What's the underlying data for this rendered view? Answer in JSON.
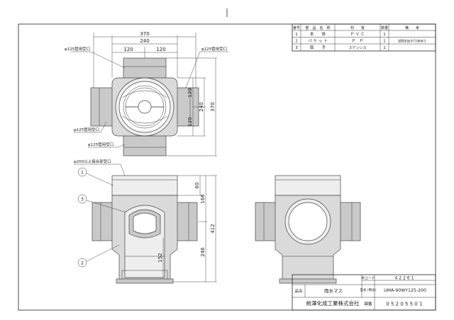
{
  "parts_table": {
    "headers": [
      "番号",
      "部　品　名　称",
      "材　　質",
      "数量",
      "備　　考"
    ],
    "rows": [
      {
        "no": "1",
        "name": "本　　体",
        "material": "Ｐ Ｖ Ｃ",
        "qty": "1",
        "note": ""
      },
      {
        "no": "2",
        "name": "バ ケ ッ ト",
        "material": "Ｐ　Ｐ",
        "qty": "1",
        "note": "逆間水抜き穴/状有り"
      },
      {
        "no": "3",
        "name": "取　　手",
        "material": "ステンレス",
        "qty": "1",
        "note": ""
      }
    ]
  },
  "plan_view": {
    "dim_total_width": "370",
    "dim_inner_width": "240",
    "dim_left_half": "120",
    "dim_right_half": "120",
    "dim_right_upper": "120",
    "dim_right_lower": "120",
    "dim_height_inner": "240",
    "dim_height_total": "370",
    "label_socket_top_left": "φ125管用受口",
    "label_socket_top_right": "φ125管用受口",
    "label_socket_left": "φ125管用受口",
    "label_socket_bottom": "φ125管用受口"
  },
  "section_view": {
    "label_top_socket": "φ200以上接合部受口",
    "dim_top": "60",
    "dim_upper": "166",
    "dim_total": "412",
    "dim_lower": "246",
    "dim_bucket": "152",
    "callout_1": "1",
    "callout_2": "2",
    "callout_3": "3"
  },
  "title_block": {
    "code_label": "Mコード",
    "code_value": "42261",
    "name_label": "品名",
    "name_value": "雨水マス",
    "model_label": "型式\n(略号)",
    "model_value": "UMA-90WY125-200",
    "company": "前澤化成工業株式会社",
    "drawing_no_label": "図番",
    "drawing_no_value": "05205501"
  }
}
